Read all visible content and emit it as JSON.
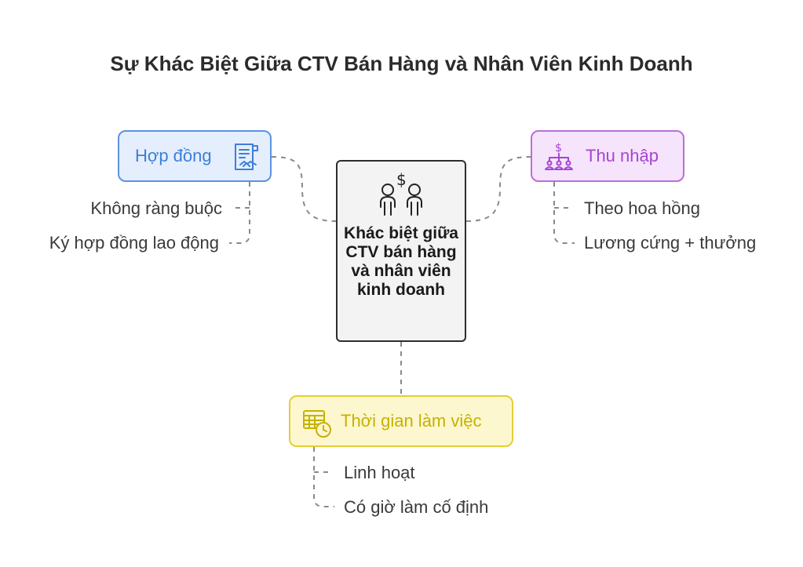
{
  "title": "Sự Khác Biệt Giữa CTV Bán Hàng và Nhân Viên Kinh Doanh",
  "center": {
    "label": "Khác biệt giữa CTV bán hàng và nhân viên kinh doanh",
    "icon": "people-dollar-icon"
  },
  "contract": {
    "label": "Hợp đồng",
    "icon": "contract-icon",
    "color": "#3c7fdb",
    "items": [
      "Không ràng buộc",
      "Ký hợp đồng lao động"
    ]
  },
  "income": {
    "label": "Thu nhập",
    "icon": "commission-hierarchy-icon",
    "color": "#a744d3",
    "items": [
      "Theo hoa hồng",
      "Lương cứng + thưởng"
    ]
  },
  "time": {
    "label": "Thời gian làm việc",
    "icon": "schedule-clock-icon",
    "color": "#c7b100",
    "items": [
      "Linh hoạt",
      "Có giờ làm cố định"
    ]
  }
}
